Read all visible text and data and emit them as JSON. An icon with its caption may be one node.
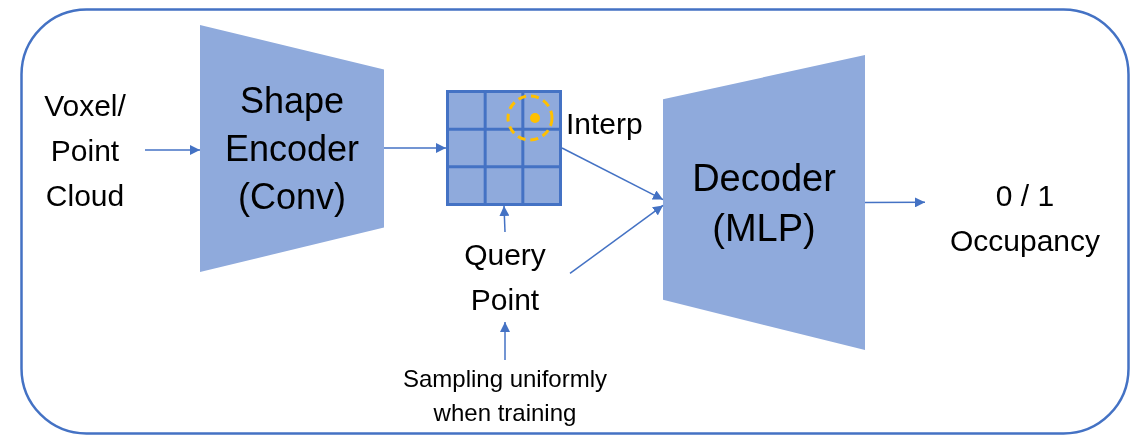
{
  "diagram": {
    "nodes": [
      {
        "text": [],
        "shape": "box"
      },
      {
        "text": [
          "Voxel/ Point Cloud"
        ],
        "in": 0
      },
      {
        "text": [
          "Shape Encoder (Conv)"
        ],
        "in": 0
      },
      {
        "text": [],
        "shape": "grid",
        "in": 0
      },
      {
        "text": [
          "Query Point"
        ],
        "in": 0
      },
      {
        "text": [
          "Decoder (MLP)"
        ],
        "in": 0
      },
      {
        "text": [
          "0 / 1 Occupancy"
        ],
        "in": 0
      },
      {
        "text": [
          "Sampling uniformly when training"
        ],
        "in": 0
      }
    ],
    "edges": [
      {
        "from": 1,
        "to": 2,
        "arrow": "to"
      },
      {
        "from": 2,
        "to": 3,
        "arrow": "to"
      },
      {
        "from": 3,
        "to": 5,
        "arrow": "to",
        "label": "Interp"
      },
      {
        "from": 4,
        "to": 5,
        "arrow": "to"
      },
      {
        "from": 4,
        "to": 3,
        "arrow": "to"
      },
      {
        "from": 7,
        "to": 4,
        "arrow": "to"
      },
      {
        "from": 5,
        "to": 6,
        "arrow": "to"
      }
    ]
  }
}
